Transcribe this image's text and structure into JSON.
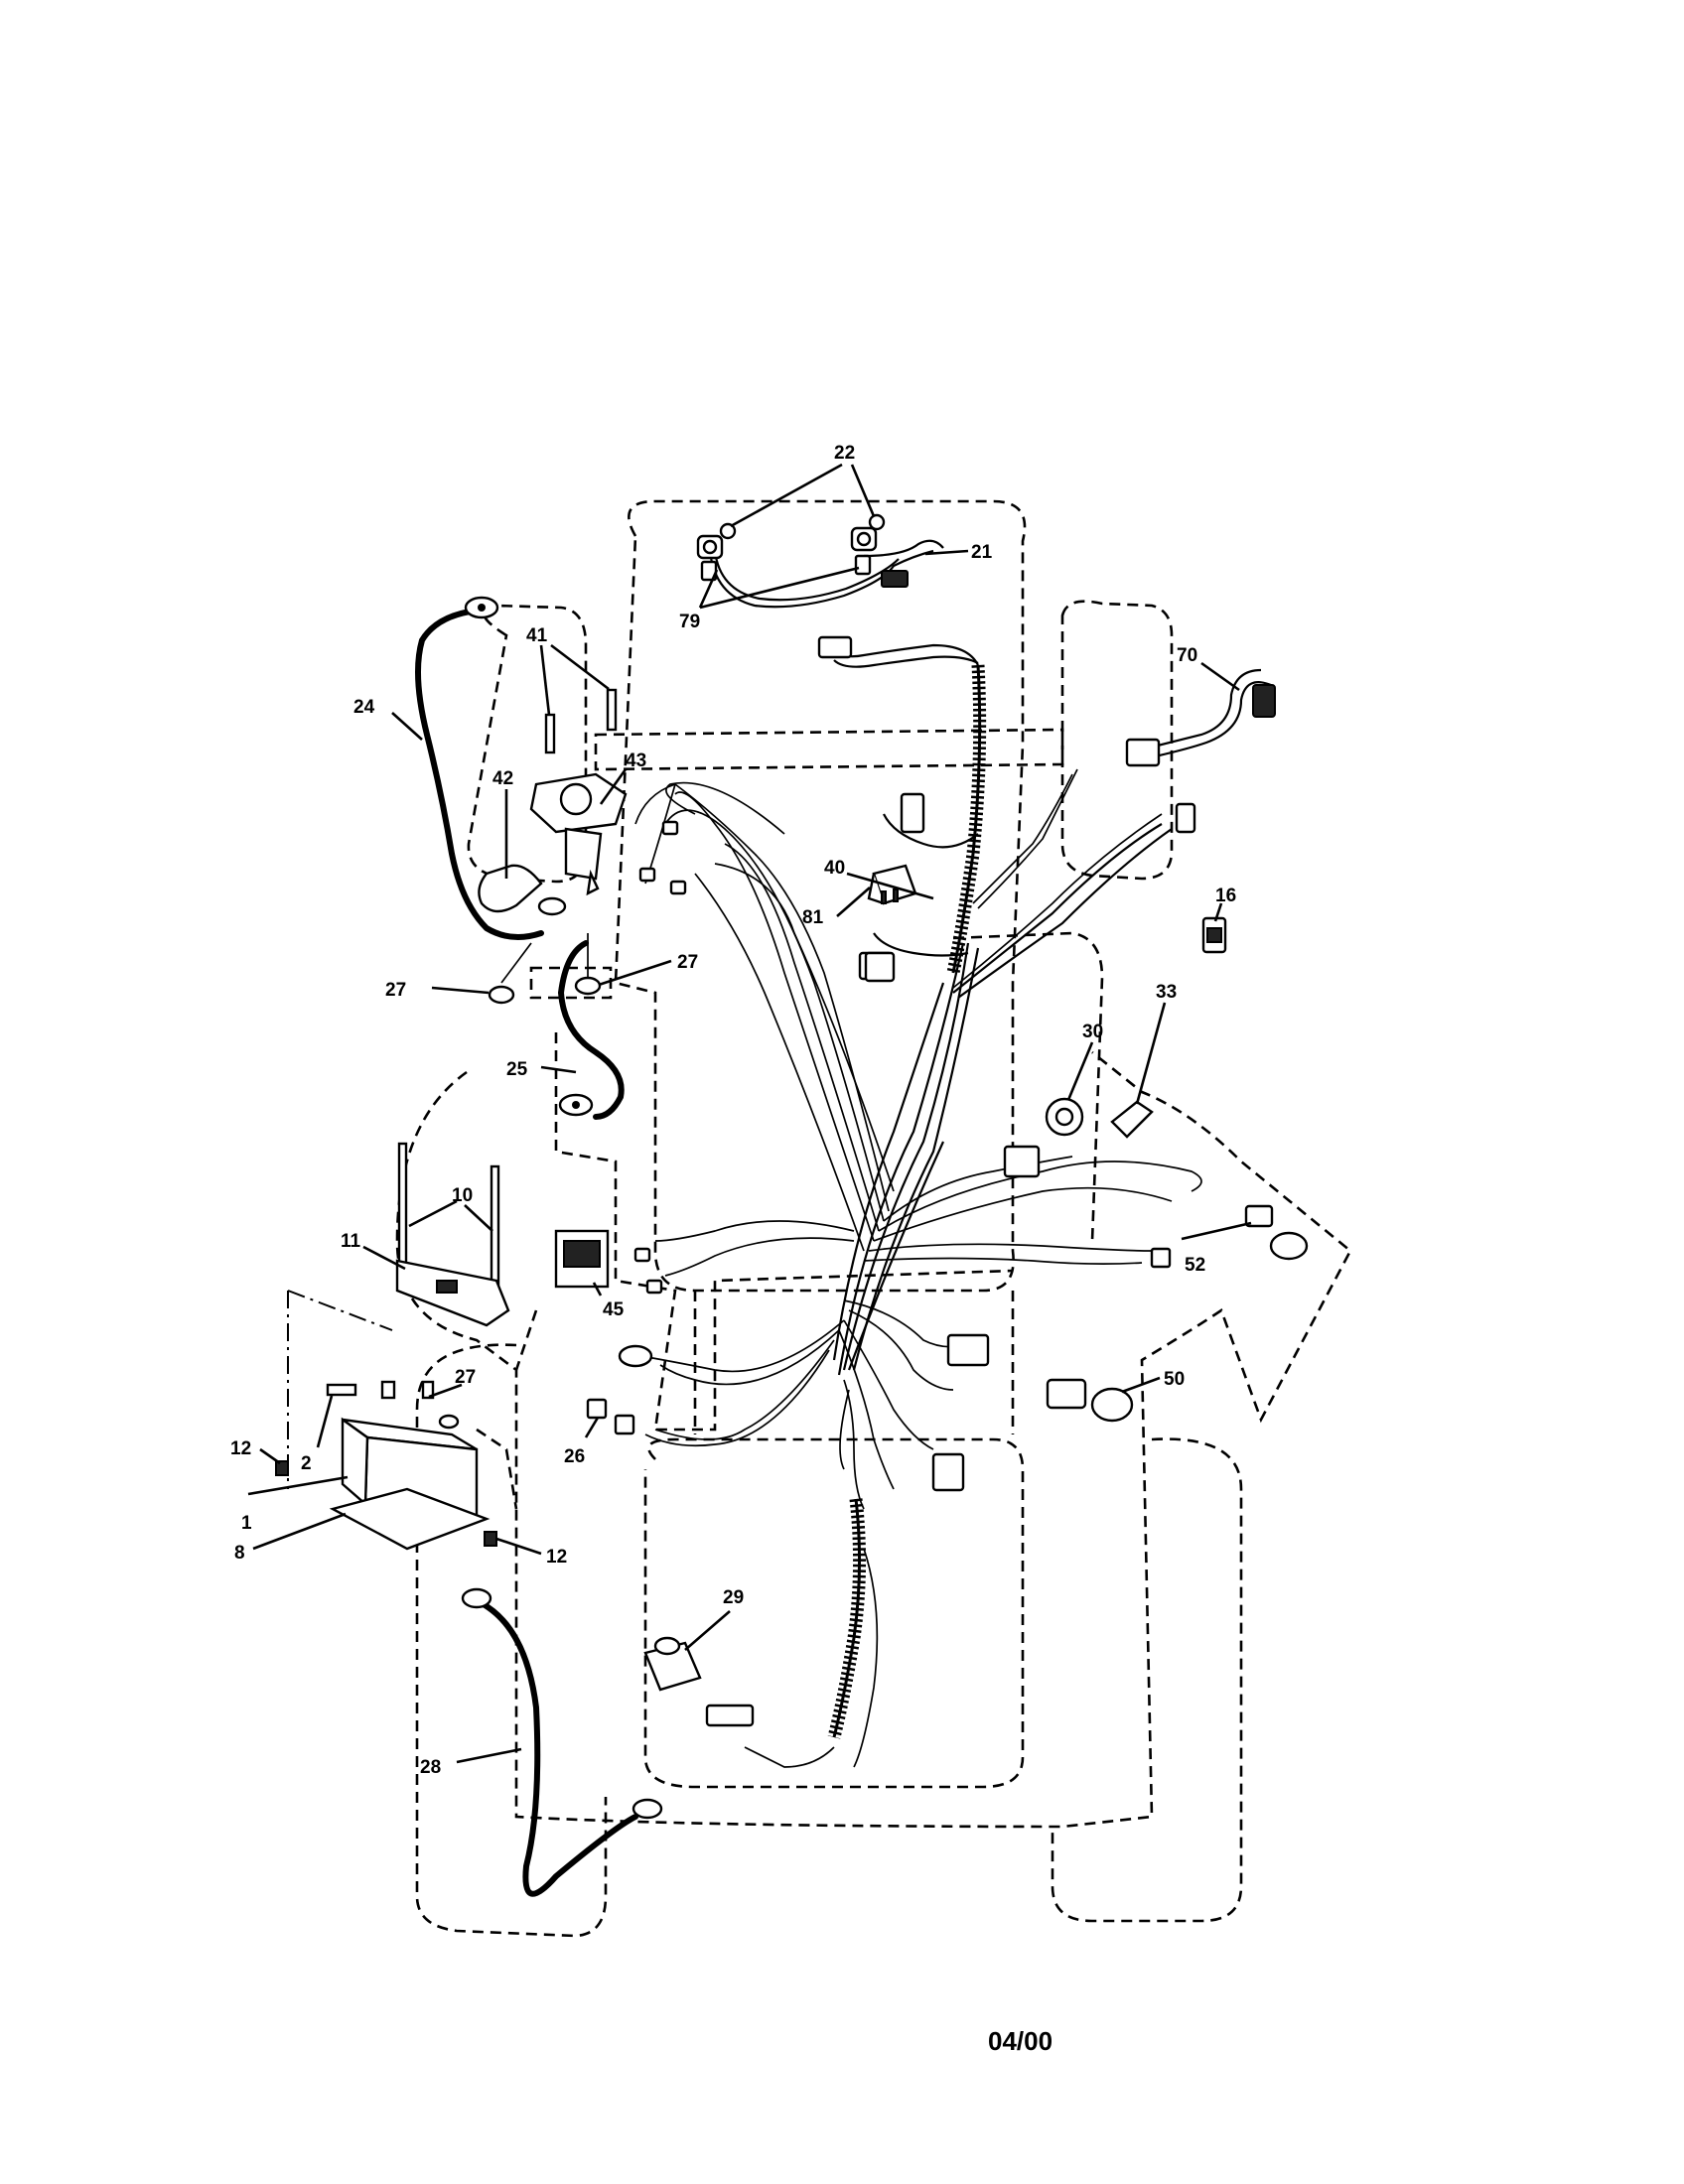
{
  "callouts": {
    "c22": "22",
    "c21": "21",
    "c79": "79",
    "c70": "70",
    "c41": "41",
    "c24": "24",
    "c42": "42",
    "c43": "43",
    "c40": "40",
    "c81": "81",
    "c16": "16",
    "c27a": "27",
    "c27b": "27",
    "c33": "33",
    "c30": "30",
    "c25": "25",
    "c10": "10",
    "c11": "11",
    "c45": "45",
    "c52": "52",
    "c27c": "27",
    "c50": "50",
    "c12a": "12",
    "c2": "2",
    "c26": "26",
    "c1": "1",
    "c8": "8",
    "c12b": "12",
    "c29": "29",
    "c28": "28"
  },
  "footer": {
    "date_code": "04/00"
  }
}
